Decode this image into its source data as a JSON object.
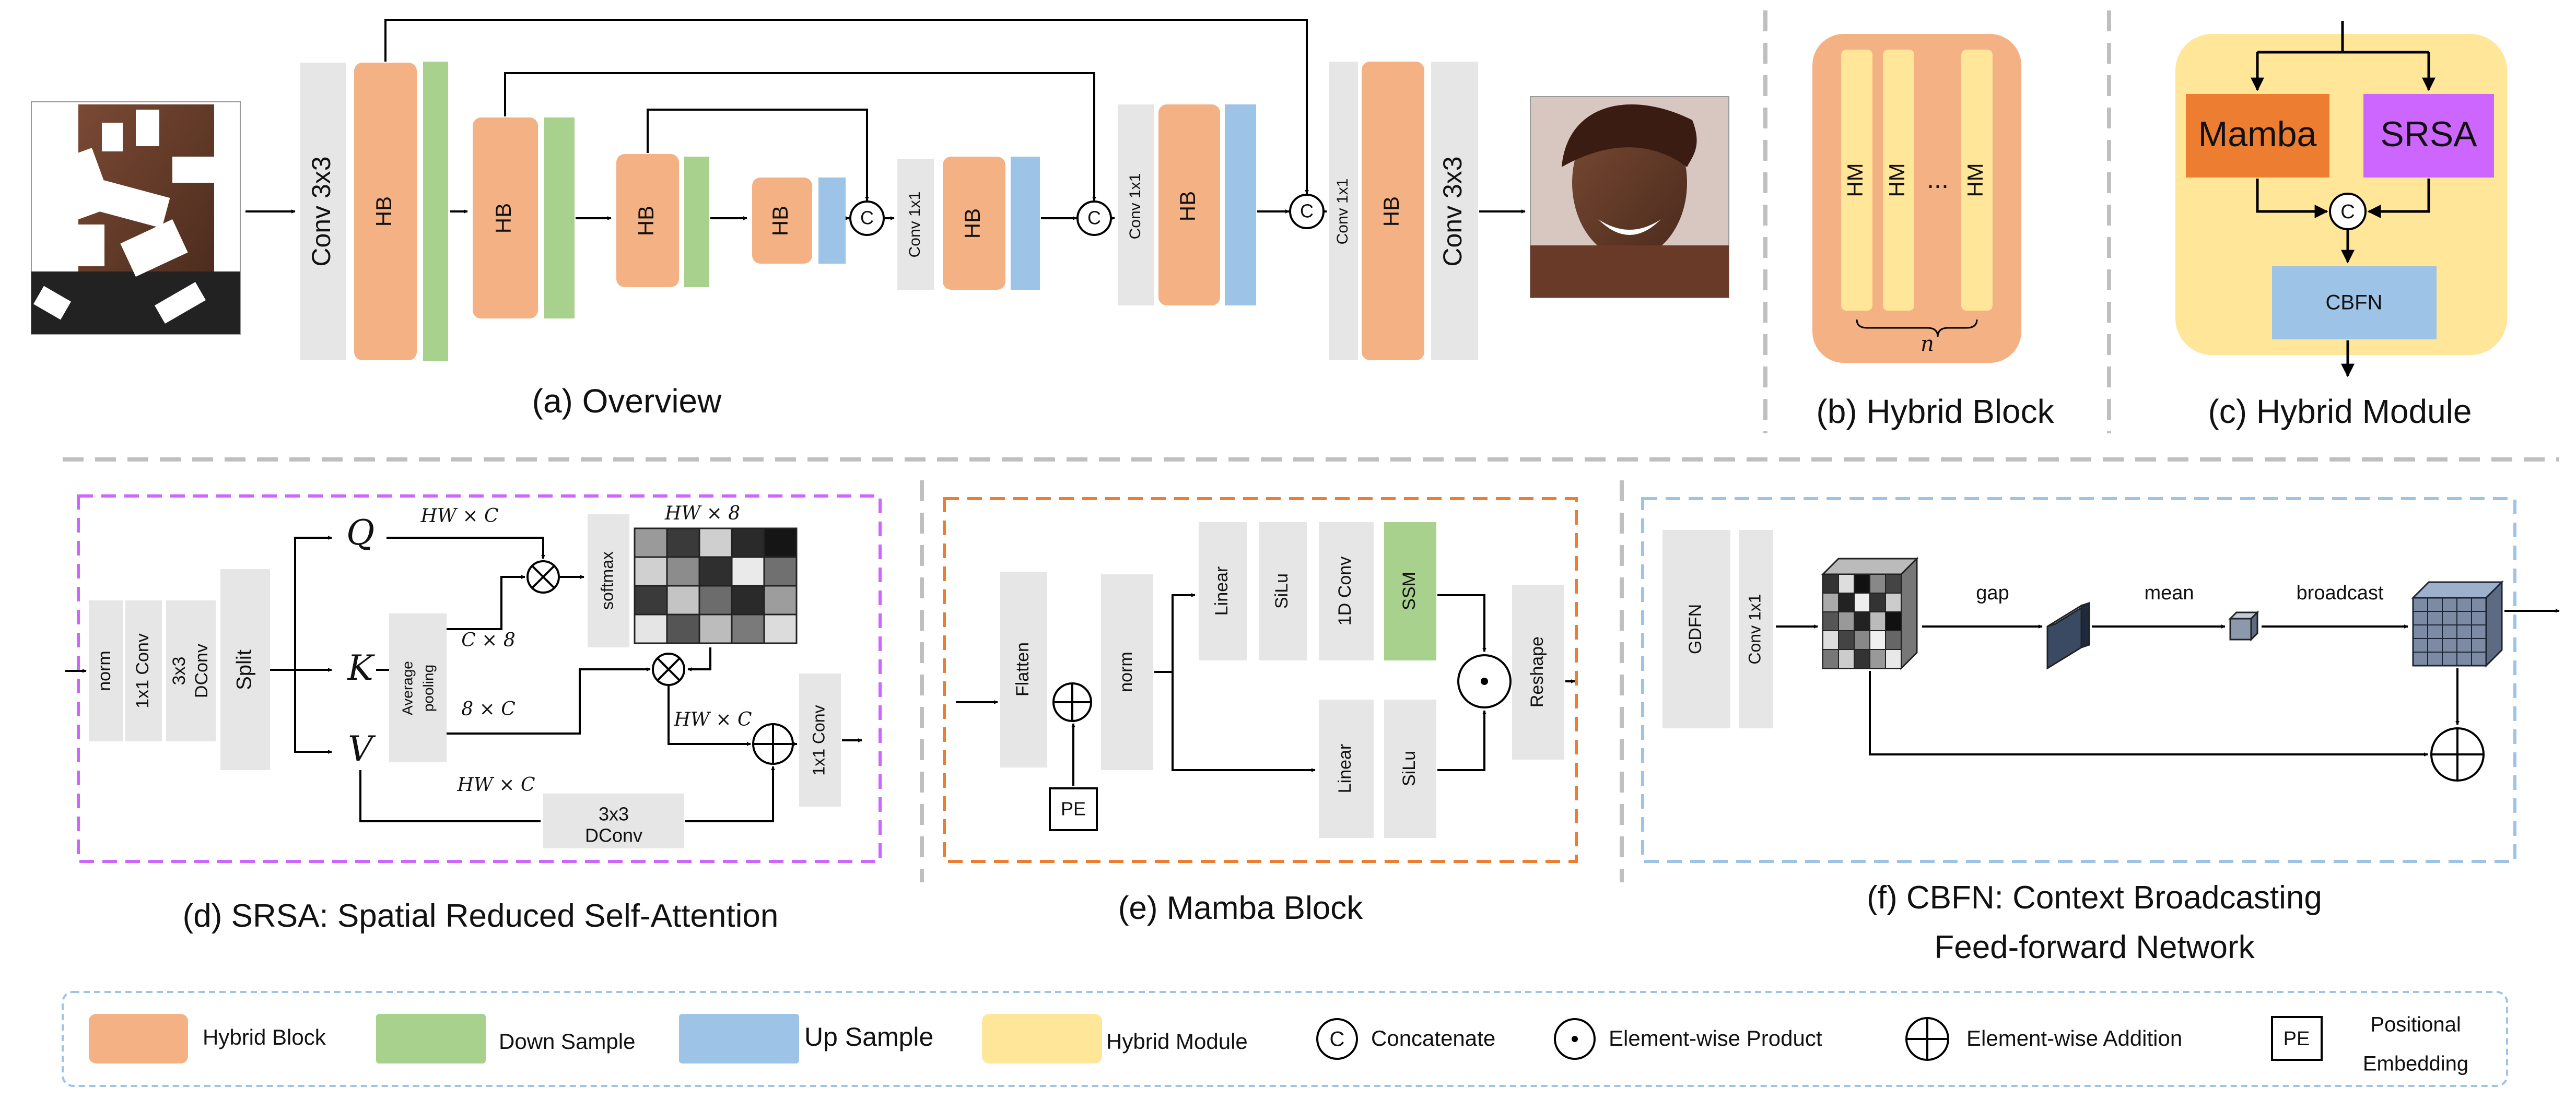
{
  "overview": {
    "conv3x3_in": "Conv 3x3",
    "hb": "HB",
    "conv1x1": "Conv 1x1",
    "concat": "C",
    "conv3x3_out": "Conv 3x3",
    "caption": "(a) Overview"
  },
  "hybrid_block": {
    "hm": "HM",
    "ellipsis": "...",
    "n": "n",
    "caption": "(b) Hybrid Block"
  },
  "hybrid_module": {
    "mamba": "Mamba",
    "srsa": "SRSA",
    "concat": "C",
    "cbfn": "CBFN",
    "caption": "(c) Hybrid Module"
  },
  "srsa": {
    "norm": "norm",
    "conv1x1": "1x1 Conv",
    "dconv_a": "3x3",
    "dconv_b": "DConv",
    "split": "Split",
    "q": "Q",
    "k": "K",
    "v": "V",
    "hw_c_top": "HW × C",
    "c_8": "C × 8",
    "eight_c": "8 × C",
    "hw_c_bottom": "HW × C",
    "hw_c_right": "HW × C",
    "hw_8": "HW × 8",
    "avg_pool_a": "Average",
    "avg_pool_b": "pooling",
    "softmax": "softmax",
    "out_conv": "1x1 Conv",
    "bottom_dconv_a": "3x3",
    "bottom_dconv_b": "DConv",
    "caption": "(d) SRSA: Spatial Reduced Self-Attention"
  },
  "mamba": {
    "flatten": "Flatten",
    "pe": "PE",
    "norm": "norm",
    "linear_top": "Linear",
    "silu_top": "SiLu",
    "conv1d": "1D Conv",
    "ssm": "SSM",
    "linear_bottom": "Linear",
    "silu_bottom": "SiLu",
    "reshape": "Reshape",
    "caption": "(e) Mamba Block"
  },
  "cbfn": {
    "gdfn": "GDFN",
    "conv1x1": "Conv 1x1",
    "gap": "gap",
    "mean": "mean",
    "broadcast": "broadcast",
    "caption_line1": "(f) CBFN: Context Broadcasting",
    "caption_line2": "Feed-forward Network"
  },
  "legend": {
    "hybrid_block": "Hybrid Block",
    "down_sample": "Down Sample",
    "up_sample": "Up Sample",
    "hybrid_module": "Hybrid Module",
    "concat_symbol": "C",
    "concatenate": "Concatenate",
    "product": "Element-wise Product",
    "addition": "Element-wise Addition",
    "pe_symbol": "PE",
    "pos_line1": "Positional",
    "pos_line2": "Embedding"
  },
  "colors": {
    "hybrid_block": "#F4B183",
    "down_sample": "#A9D18E",
    "up_sample": "#9DC3E6",
    "hybrid_module": "#FFE699",
    "mamba": "#ED7D31",
    "srsa": "#CC66FF",
    "cbfn": "#9DC3E6",
    "ssm": "#A9D18E",
    "gray_block": "#E6E6E6",
    "srsa_border": "#CC66FF",
    "mamba_border": "#ED7D31",
    "cbfn_border": "#9DC3E6"
  },
  "images": {
    "input": "masked-face-image",
    "output": "restored-face-image"
  }
}
